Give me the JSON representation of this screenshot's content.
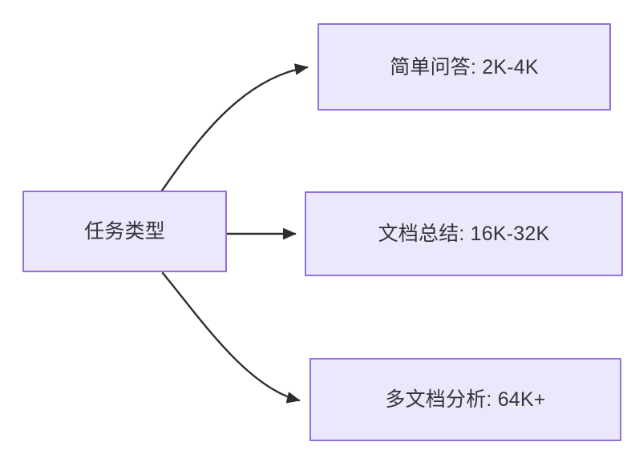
{
  "diagram": {
    "type": "flowchart",
    "direction": "left-to-right",
    "background_color": "#FFFFFF",
    "node_fill_color": "#ECE8FB",
    "node_border_color": "#9370DB",
    "node_text_color": "#333338",
    "edge_color": "#2E2E2E",
    "root": {
      "id": "task-type",
      "label": "任务类型"
    },
    "branches": [
      {
        "id": "simple-qa",
        "label": "简单问答: 2K-4K",
        "task": "简单问答",
        "context_length": "2K-4K",
        "edge_style": "curved-up"
      },
      {
        "id": "doc-summary",
        "label": "文档总结: 16K-32K",
        "task": "文档总结",
        "context_length": "16K-32K",
        "edge_style": "straight"
      },
      {
        "id": "multi-doc-analysis",
        "label": "多文档分析: 64K+",
        "task": "多文档分析",
        "context_length": "64K+",
        "edge_style": "curved-down"
      }
    ]
  }
}
